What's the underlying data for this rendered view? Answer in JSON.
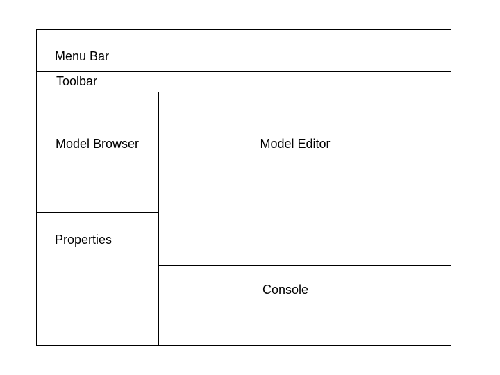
{
  "page": {
    "background_color": "#ffffff",
    "border_color": "#000000",
    "text_color": "#000000"
  },
  "diagram": {
    "regions": {
      "menu_bar": {
        "label": "Menu Bar"
      },
      "toolbar": {
        "label": "Toolbar"
      },
      "model_browser": {
        "label": "Model Browser"
      },
      "model_editor": {
        "label": "Model Editor"
      },
      "properties": {
        "label": "Properties"
      },
      "console": {
        "label": "Console"
      }
    }
  }
}
